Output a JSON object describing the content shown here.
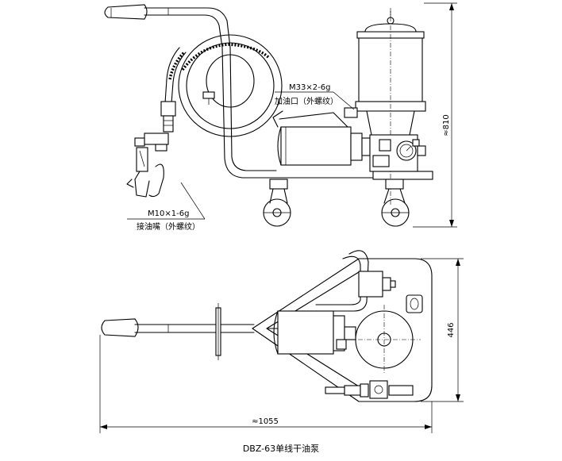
{
  "caption": "DBZ-63单线干油泵",
  "labels": {
    "fill_port_thread": "M33×2-6g",
    "fill_port_name": "加油口（外螺纹）",
    "nozzle_thread": "M10×1-6g",
    "nozzle_name": "接油嘴（外螺纹）"
  },
  "dimensions": {
    "height": "≈810",
    "width": "446",
    "length": "≈1055"
  }
}
